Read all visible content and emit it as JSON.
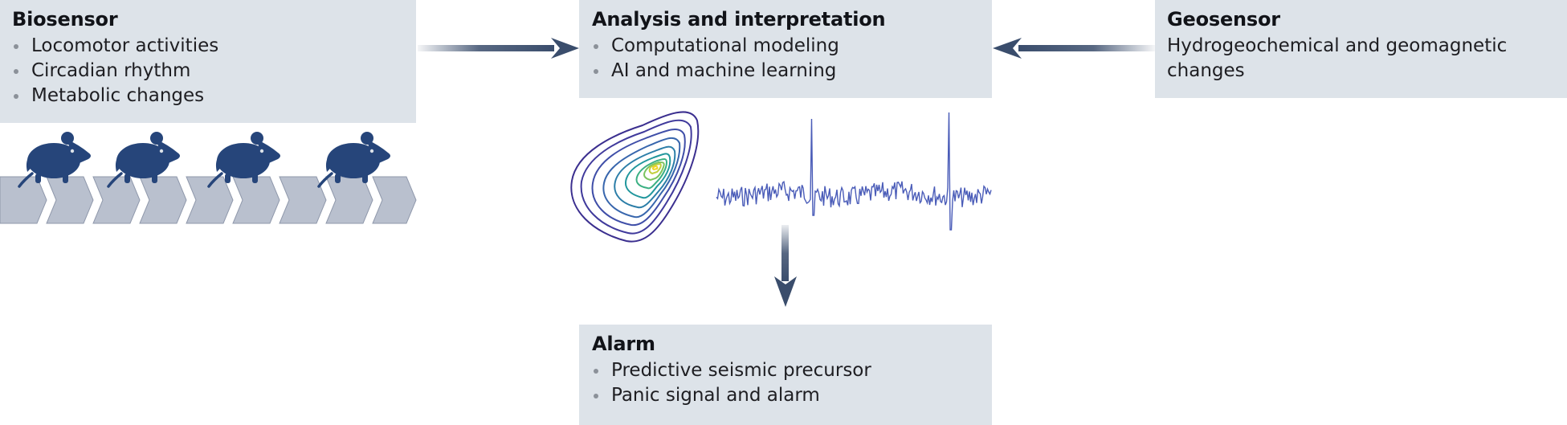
{
  "biosensor": {
    "title": "Biosensor",
    "items": [
      "Locomotor activities",
      "Circadian rhythm",
      "Metabolic changes"
    ]
  },
  "analysis": {
    "title": "Analysis and interpretation",
    "items": [
      "Computational modeling",
      "AI and machine learning"
    ]
  },
  "geosensor": {
    "title": "Geosensor",
    "text": "Hydrogeochemical and geomagnetic changes"
  },
  "alarm": {
    "title": "Alarm",
    "items": [
      "Predictive seismic precursor",
      "Panic signal and alarm"
    ]
  },
  "colors": {
    "box": "#dde3e9",
    "arrow": "#3a4d6c",
    "mouse": "#26457a",
    "chevron": "#b9c0ce",
    "signal": "#4a5cb8"
  }
}
